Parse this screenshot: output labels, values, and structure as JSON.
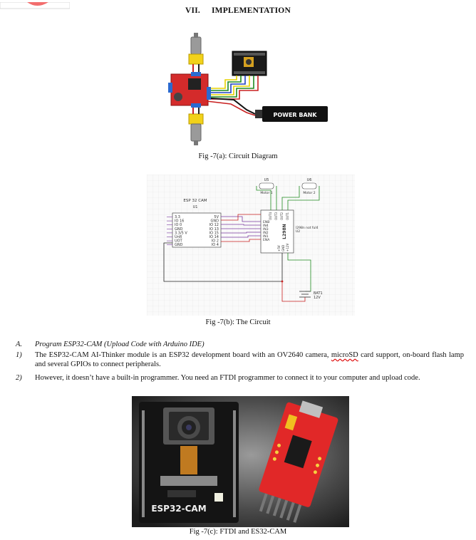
{
  "section": {
    "number": "VII.",
    "title": "IMPLEMENTATION"
  },
  "figures": {
    "a": {
      "caption": "Fig -7(a): Circuit Diagram",
      "power_bank_label": "POWER BANK"
    },
    "b": {
      "caption": "Fig -7(b): The Circuit",
      "esp_title": "ESP 32 CAM",
      "esp_ref": "U1",
      "esp_left_pins": [
        "3.3",
        "IO 16",
        "IO 0",
        "GND",
        "3.3/5 V",
        "UnR",
        "UOT",
        "GND"
      ],
      "esp_right_pins": [
        "5V",
        "GND",
        "IO 12",
        "IO 13",
        "IO 15",
        "IO 14",
        "IO 2",
        "IO 4"
      ],
      "driver_label": "L298N",
      "driver_left_pins": [
        "ENB",
        "IN4",
        "IN3",
        "IN2",
        "IN1",
        "ENA"
      ],
      "driver_top_pins": [
        "OUT4",
        "OUT3",
        "OUT2",
        "OUT1"
      ],
      "driver_bottom_pins": [
        "+5V",
        "GND",
        "+12V"
      ],
      "driver_side_label": "l298n not ful4",
      "driver_ref": "U2",
      "motor1_ref": "U5",
      "motor1_label": "Motor 1",
      "motor2_ref": "U6",
      "motor2_label": "Motor 2",
      "battery_ref": "BAT1",
      "battery_value": "12V"
    },
    "c": {
      "caption": "Fig -7(c): FTDI and ES32-CAM",
      "board_label": "ESP32-CAM"
    }
  },
  "subsection": {
    "label": "A.",
    "title": "Program ESP32-CAM (Upload Code with Arduino IDE)"
  },
  "items": [
    {
      "num": "1)",
      "before": "The ESP32-CAM AI-Thinker module is an ESP32 development board with an OV2640 camera, ",
      "flagged": "microSD",
      "after": " card support, on-board flash lamp and several GPIOs to connect peripherals."
    },
    {
      "num": "2)",
      "text": "However, it doesn’t have a built-in programmer. You need an FTDI programmer to connect it to your computer and upload code."
    }
  ],
  "colors": {
    "board_red": "#d42b2b",
    "wire_red": "#c82020",
    "wire_green": "#1f8a1f",
    "wire_blue": "#2040c0",
    "wire_yellow": "#e6d200",
    "esp_pin_purple": "#7a3aa0",
    "grid": "#e6e6e6"
  }
}
